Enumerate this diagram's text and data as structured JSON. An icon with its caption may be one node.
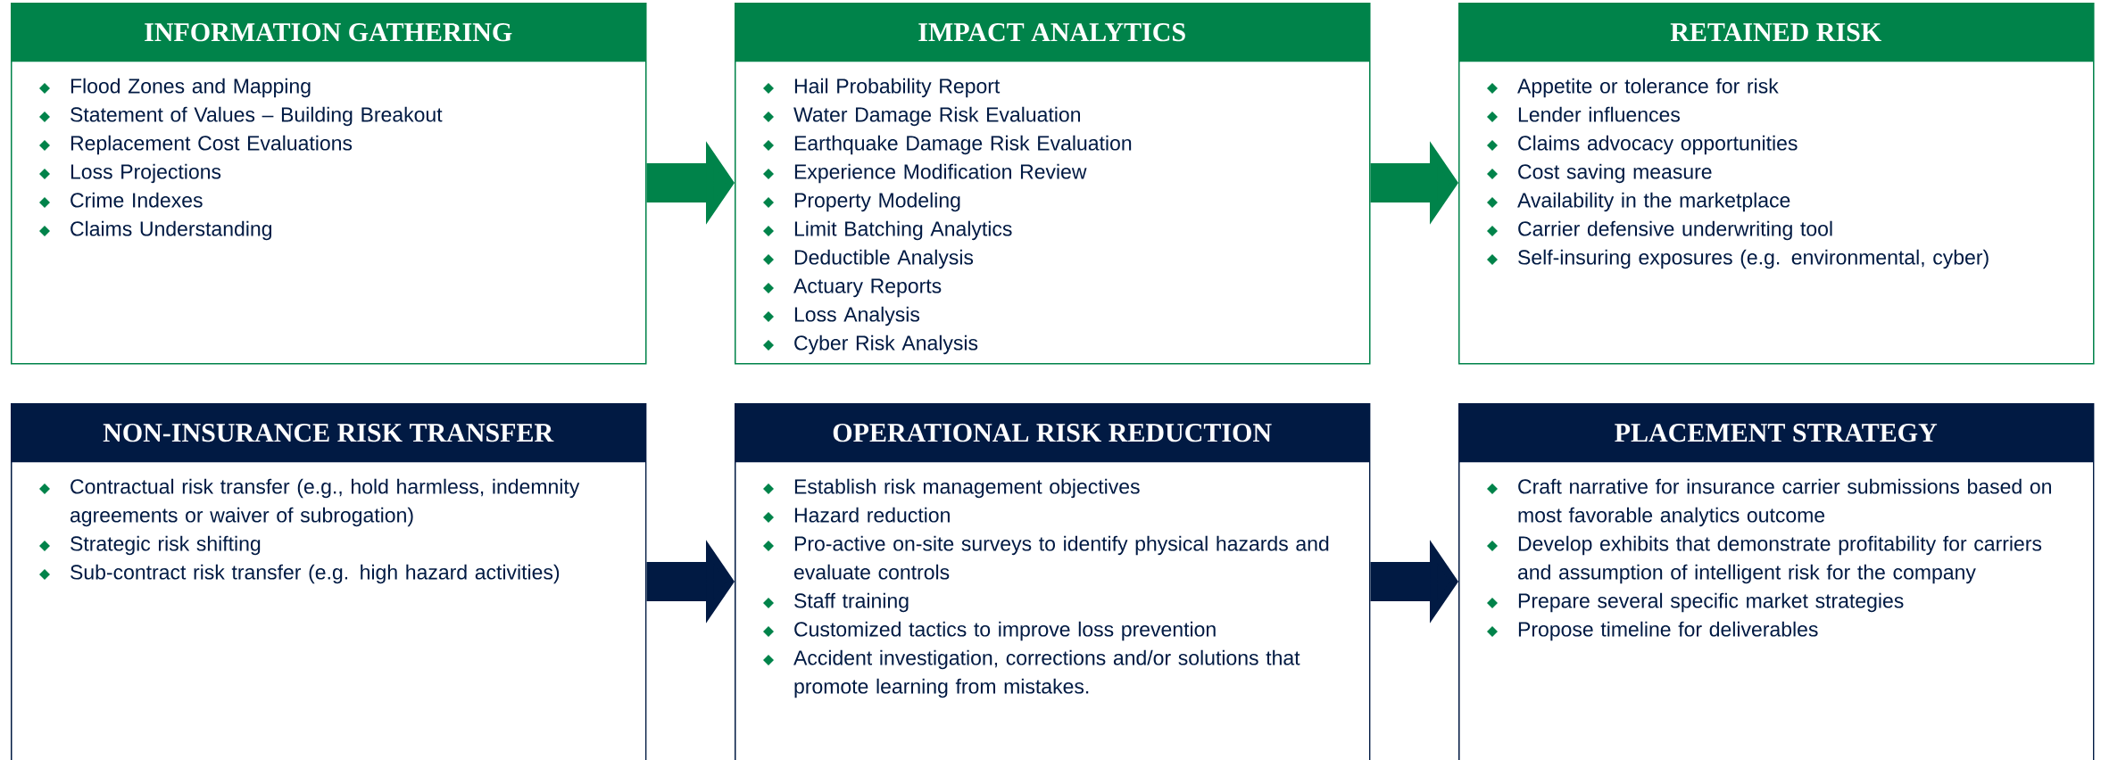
{
  "diagram": {
    "nodes": [
      {
        "text": [
          "INFORMATION GATHERING",
          "Flood Zones and Mapping",
          "Statement of Values – Building Breakout",
          "Replacement Cost Evaluations",
          "Loss Projections",
          "Crime Indexes",
          "Claims Understanding"
        ]
      },
      {
        "text": [
          "IMPACT ANALYTICS",
          "Hail Probability Report",
          "Water Damage Risk Evaluation",
          "Earthquake Damage Risk Evaluation",
          "Experience Modification Review",
          "Property Modeling",
          "Limit Batching Analytics",
          "Deductible Analysis",
          "Actuary Reports",
          "Loss Analysis",
          "Cyber Risk Analysis"
        ]
      },
      {
        "text": [
          "RETAINED RISK",
          "Appetite or tolerance for risk",
          "Lender influences",
          "Claims advocacy opportunities",
          "Cost saving measure",
          "Availability in the marketplace",
          "Carrier defensive underwriting tool",
          "Self-insuring exposures (e.g. environmental, cyber)"
        ]
      },
      {
        "text": [
          "NON-INSURANCE RISK TRANSFER",
          "Contractual risk transfer (e.g., hold harmless, indemnity agreements or waiver of subrogation)",
          "Strategic risk shifting",
          "Sub-contract risk transfer (e.g. high hazard activities)"
        ]
      },
      {
        "text": [
          "OPERATIONAL RISK REDUCTION",
          "Establish risk management objectives",
          "Hazard reduction",
          "Pro-active on-site surveys to identify physical hazards and evaluate controls",
          "Staff training",
          "Customized tactics to improve loss prevention",
          "Accident investigation, corrections and/or solutions that promote learning from mistakes."
        ]
      },
      {
        "text": [
          "PLACEMENT STRATEGY",
          "Craft narrative for insurance carrier submissions based on most favorable analytics outcome",
          "Develop exhibits that demonstrate profitability for carriers and assumption of intelligent risk for the company",
          "Prepare several specific market strategies",
          "Propose timeline for deliverables"
        ]
      }
    ],
    "edges": [
      {
        "from": 0,
        "to": 1,
        "arrow": "to",
        "color": "#00834a"
      },
      {
        "from": 1,
        "to": 2,
        "arrow": "to",
        "color": "#00834a"
      },
      {
        "from": 3,
        "to": 4,
        "arrow": "to",
        "color": "#011a43"
      },
      {
        "from": 4,
        "to": 5,
        "arrow": "to",
        "color": "#011a43"
      }
    ]
  }
}
